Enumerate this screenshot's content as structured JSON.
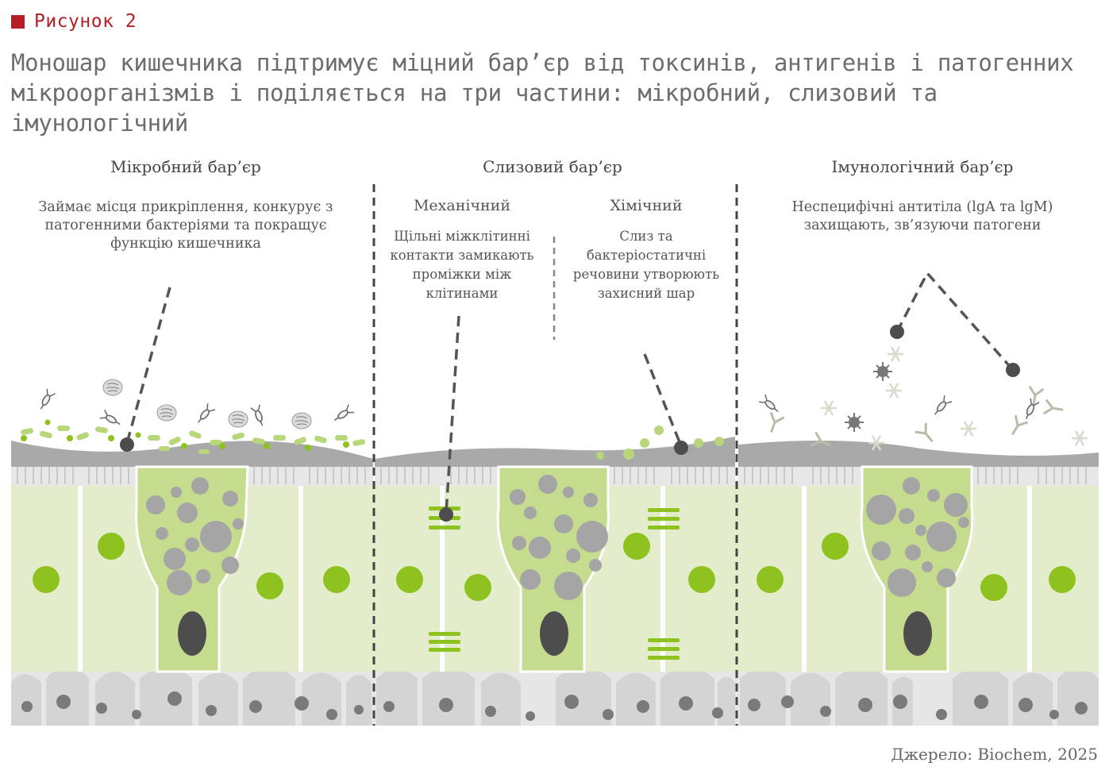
{
  "figure": {
    "label": "Рисунок 2",
    "accent_color": "#b31f24",
    "title": "Моношар кишечника підтримує міцний бар’єр від токсинів, антигенів і патогенних мікроорганізмів і поділяється на три частини: мікробний, слизовий та імунологічний"
  },
  "panels": {
    "microbial": {
      "title": "Мікробний бар’єр",
      "description": "Займає місця прикріплення, конкурує з патогенними бактеріями та покращує функцію кишечника"
    },
    "mucosal": {
      "title": "Слизовий бар’єр",
      "mechanical": {
        "title": "Механічний",
        "description": "Щільні міжклітинні контакти замикають проміжки між клітинами"
      },
      "chemical": {
        "title": "Хімічний",
        "description": "Слиз та бактеріостатичні речовини утворюють захисний шар"
      }
    },
    "immunological": {
      "title": "Імунологічний бар’єр",
      "description": "Неспецифічні антитіла (lgA та lgM) захищають, зв’язуючи патогени"
    }
  },
  "colors": {
    "cell_light": "#e3eccb",
    "cell_mid": "#c5dc8e",
    "accent_green": "#8dc21f",
    "mucus_gray": "#a9a9a9",
    "granule_gray": "#a5a5a5",
    "nucleus": "#4d4d4d",
    "base_cells": "#d6d6d6"
  },
  "source": "Джерело: Biochem, 2025"
}
